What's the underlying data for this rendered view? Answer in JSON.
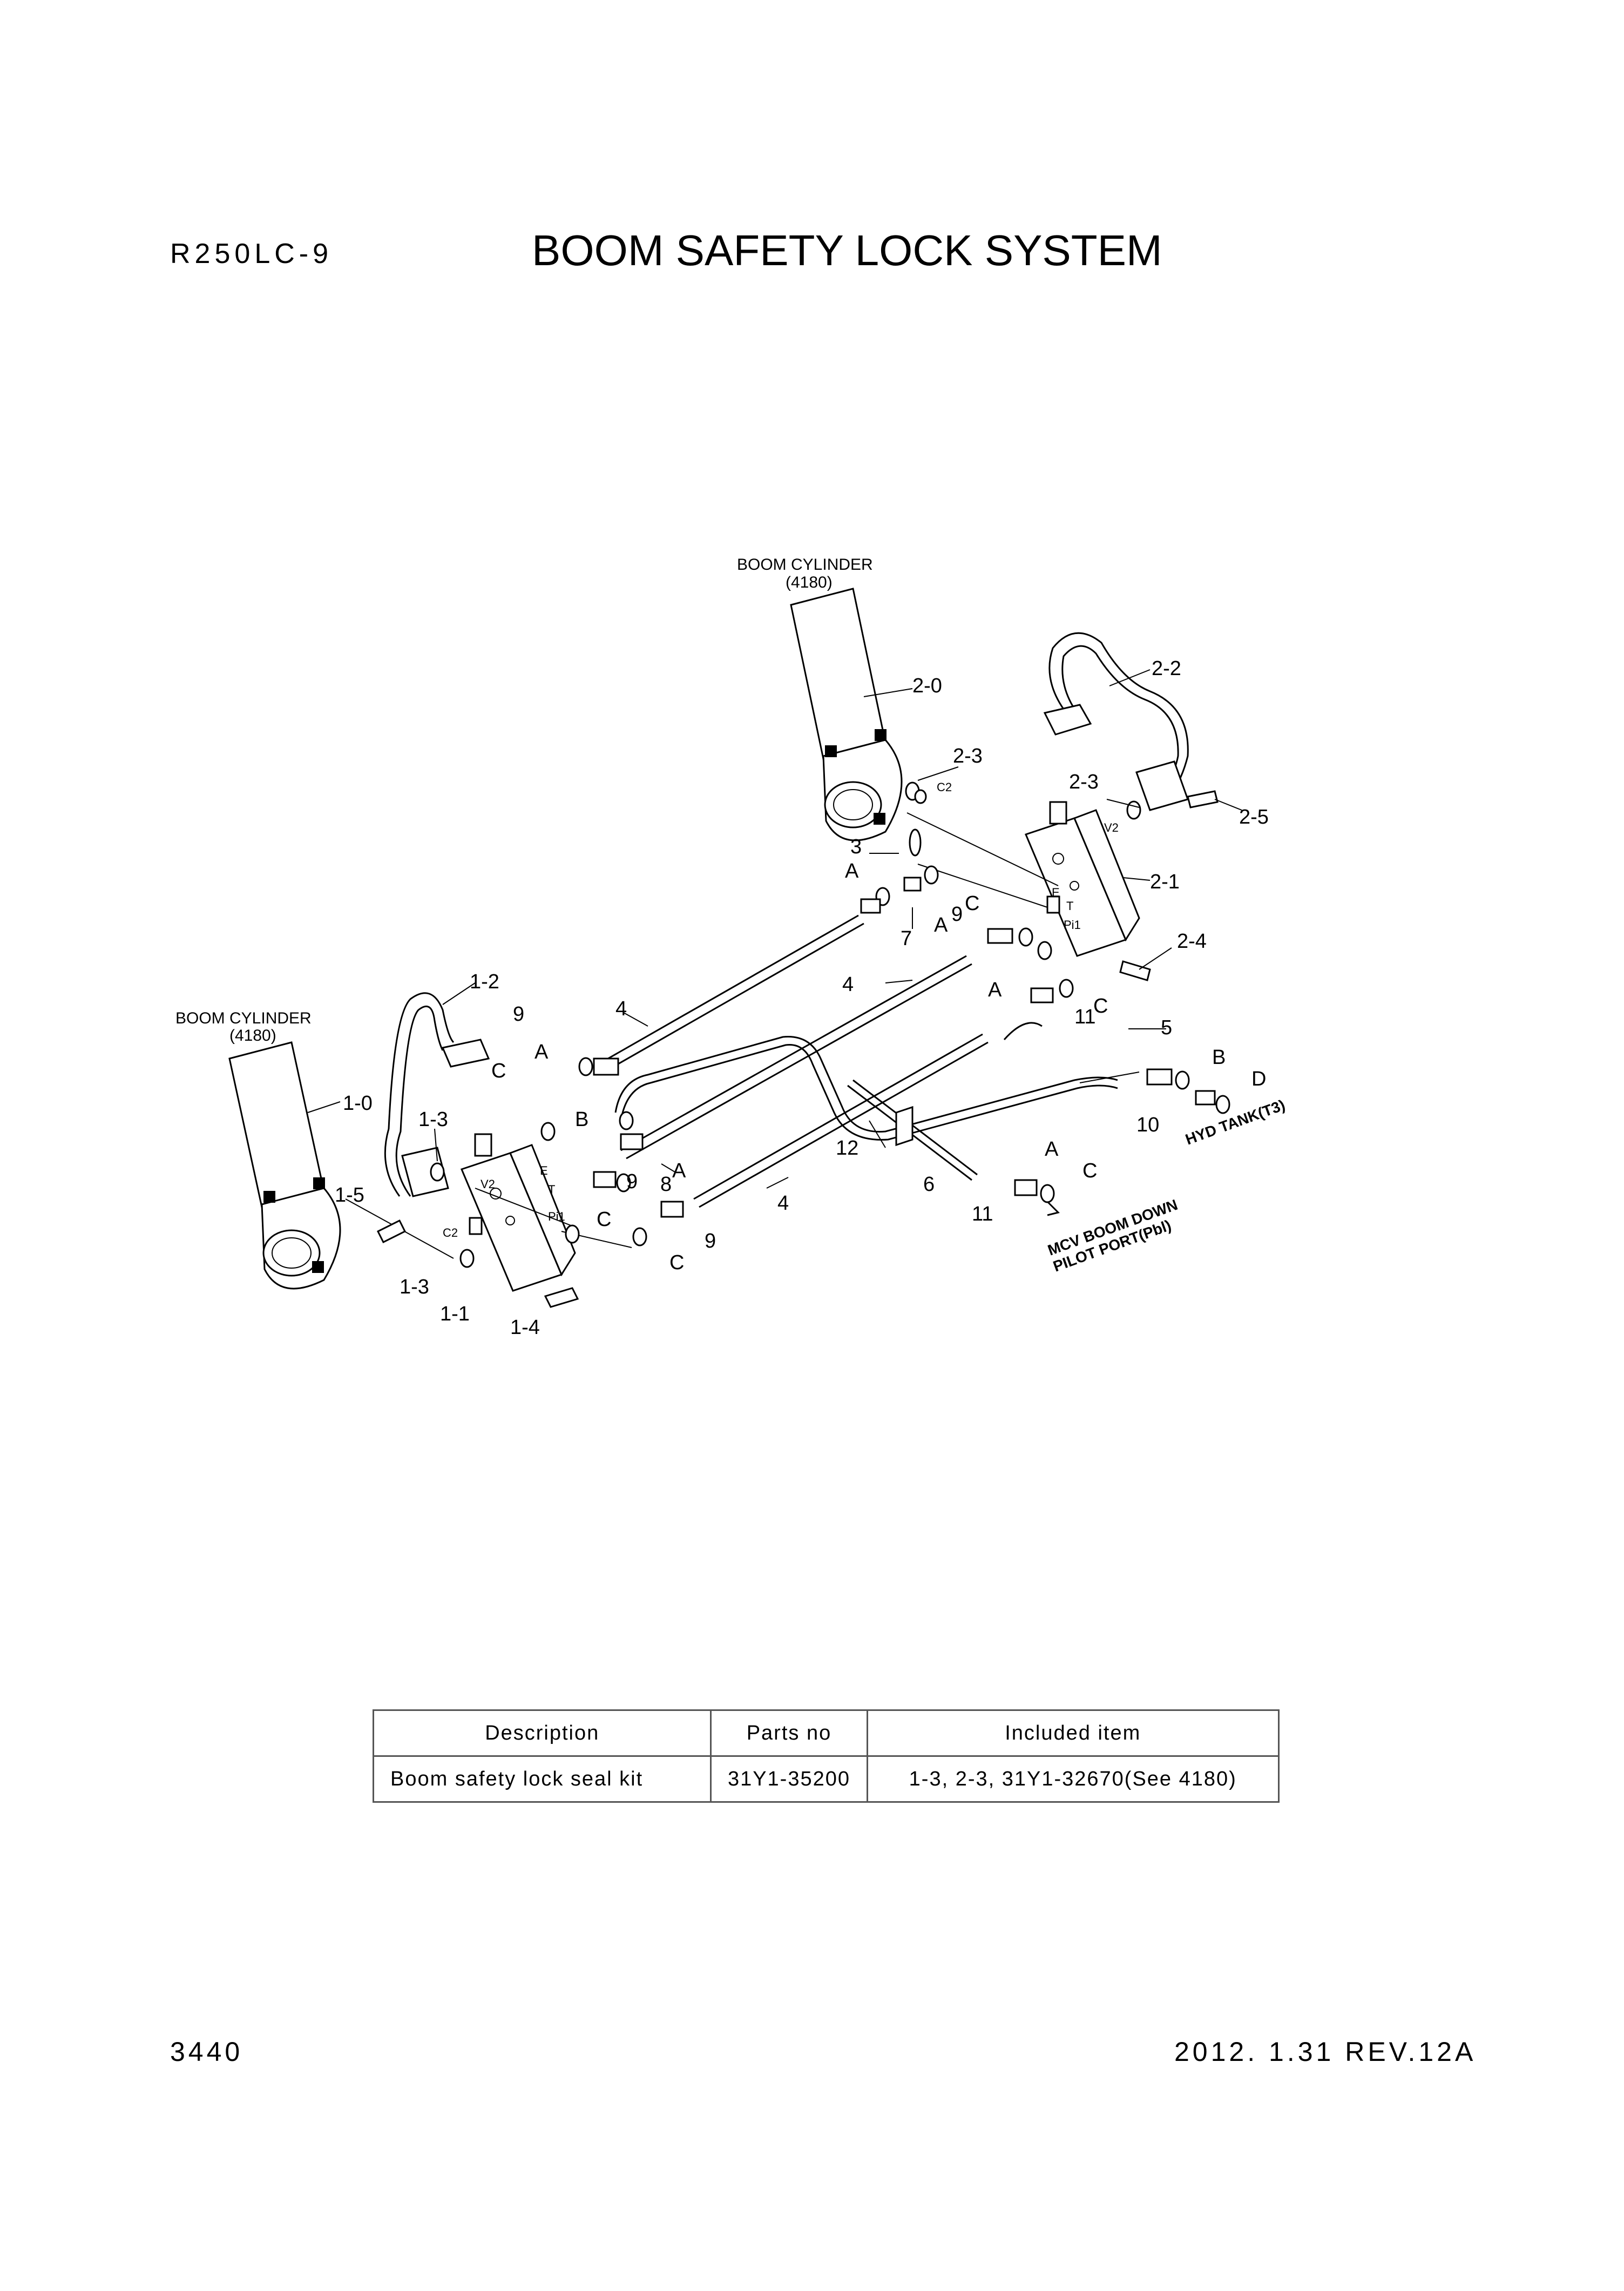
{
  "header": {
    "model": "R250LC-9",
    "title": "BOOM SAFETY LOCK SYSTEM"
  },
  "diagram": {
    "callouts": {
      "boom_cyl_right_name": "BOOM CYLINDER",
      "boom_cyl_right_no": "(4180)",
      "boom_cyl_left_name": "BOOM CYLINDER",
      "boom_cyl_left_no": "(4180)",
      "p2_0": "2-0",
      "p2_2": "2-2",
      "p2_3a": "2-3",
      "p2_3b": "2-3",
      "p2_5": "2-5",
      "p2_1": "2-1",
      "p2_4": "2-4",
      "p1_0": "1-0",
      "p1_2": "1-2",
      "p1_3a": "1-3",
      "p1_3b": "1-3",
      "p1_5": "1-5",
      "p1_1": "1-1",
      "p1_4": "1-4",
      "p3": "3",
      "p4a": "4",
      "p4b": "4",
      "p4c": "4",
      "p5": "5",
      "p6": "6",
      "p7": "7",
      "p8": "8",
      "p9a": "9",
      "p9b": "9",
      "p9c": "9",
      "p9d": "9",
      "p10": "10",
      "p11a": "11",
      "p11b": "11",
      "p12": "12",
      "a1": "A",
      "a2": "A",
      "a3": "A",
      "a4": "A",
      "a5": "A",
      "a6": "A",
      "b1": "B",
      "b2": "B",
      "c1": "C",
      "c2": "C",
      "c3": "C",
      "c4": "C",
      "c5": "C",
      "c6": "C",
      "d1": "D",
      "port_c2_r": "C2",
      "port_v2_r": "V2",
      "port_e_r": "E",
      "port_t_r": "T",
      "port_pi1_r": "Pi1",
      "port_c2_l": "C2",
      "port_v2_l": "V2",
      "port_e_l": "E",
      "port_t_l": "T",
      "port_pi1_l": "Pi1",
      "hyd_tank": "HYD TANK(T3)",
      "mcv_line1": "MCV BOOM DOWN",
      "mcv_line2": "PILOT PORT(Pbl)"
    }
  },
  "table": {
    "headers": [
      "Description",
      "Parts no",
      "Included item"
    ],
    "rows": [
      [
        "Boom safety lock seal kit",
        "31Y1-35200",
        "1-3, 2-3, 31Y1-32670(See 4180)"
      ]
    ]
  },
  "footer": {
    "page_number": "3440",
    "revision": "2012. 1.31  REV.12A"
  }
}
